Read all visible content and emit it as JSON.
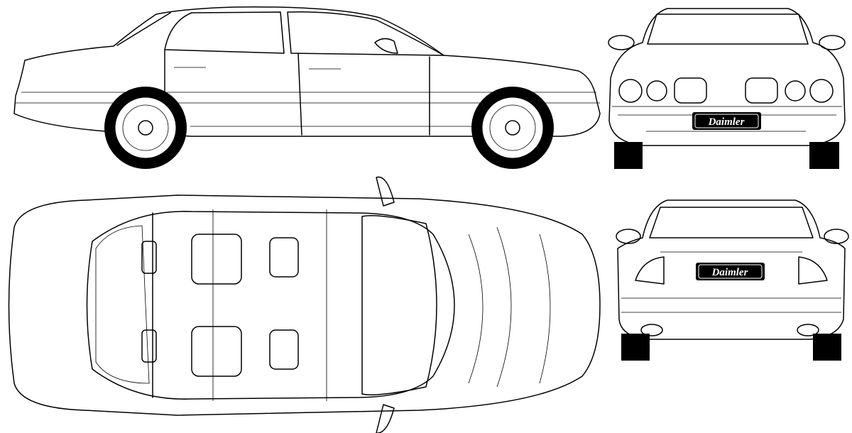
{
  "views": [
    "side",
    "front",
    "top",
    "rear"
  ],
  "front_plate": {
    "text": "Daimler"
  },
  "rear_plate": {
    "text": "Daimler"
  },
  "colors": {
    "line": "#000000",
    "background": "#ffffff"
  }
}
